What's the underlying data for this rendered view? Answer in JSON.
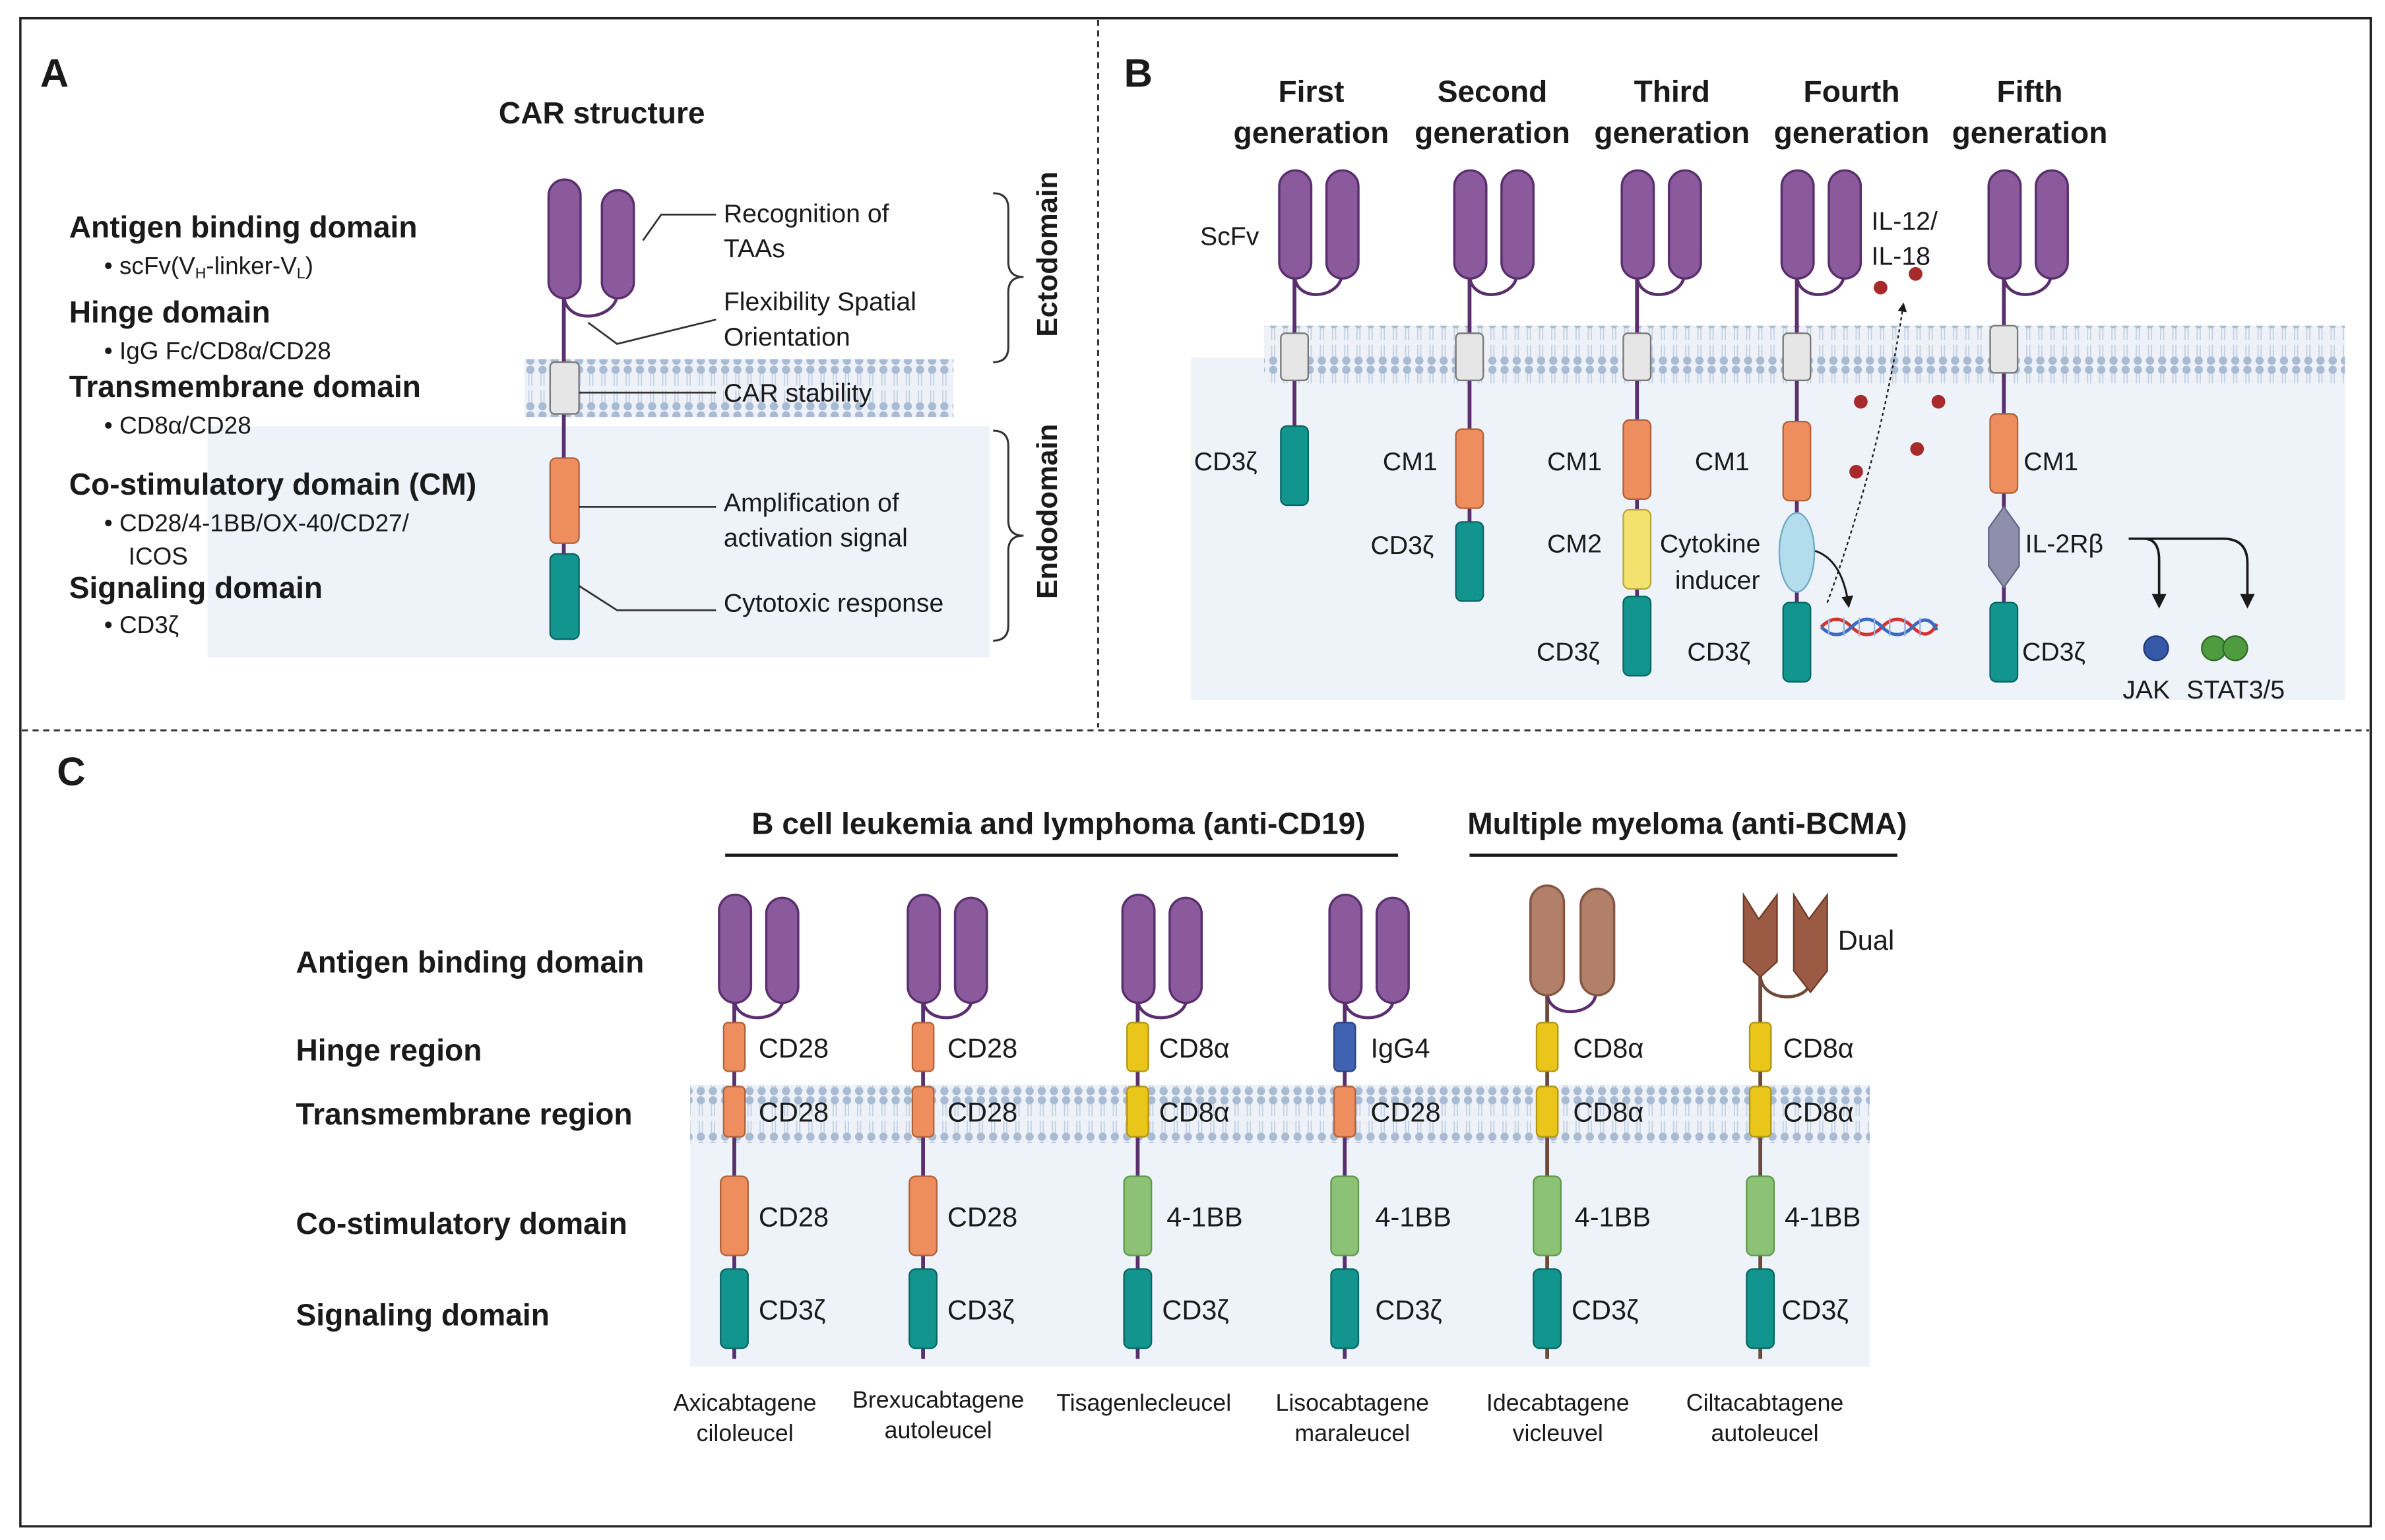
{
  "panel_a": {
    "letter": "A",
    "title": "CAR structure",
    "domains": [
      {
        "name": "Antigen binding domain",
        "detail": "scFv(V",
        "detail_sub1": "H",
        "detail_mid": "-linker-V",
        "detail_sub2": "L",
        "detail_end": ")"
      },
      {
        "name": "Hinge domain",
        "detail": "IgG Fc/CD8α/CD28"
      },
      {
        "name": "Transmembrane domain",
        "detail": "CD8α/CD28"
      },
      {
        "name": "Co-stimulatory domain (CM)",
        "detail": "CD28/4-1BB/OX-40/CD27/",
        "detail2": "ICOS"
      },
      {
        "name": "Signaling domain",
        "detail": "CD3ζ"
      }
    ],
    "functions": {
      "recognition_1": "Recognition of",
      "recognition_2": "TAAs",
      "flex_1": "Flexibility Spatial",
      "flex_2": "Orientation",
      "stability": "CAR stability",
      "amp_1": "Amplification of",
      "amp_2": "activation signal",
      "cytotoxic": "Cytotoxic response"
    },
    "ectodomain": "Ectodomain",
    "endodomain": "Endodomain"
  },
  "panel_b": {
    "letter": "B",
    "generations": [
      {
        "line1": "First",
        "line2": "generation"
      },
      {
        "line1": "Second",
        "line2": "generation"
      },
      {
        "line1": "Third",
        "line2": "generation"
      },
      {
        "line1": "Fourth",
        "line2": "generation"
      },
      {
        "line1": "Fifth",
        "line2": "generation"
      }
    ],
    "labels": {
      "scfv": "ScFv",
      "cd3z": "CD3ζ",
      "cm1": "CM1",
      "cm2": "CM2",
      "cytokine_1": "Cytokine",
      "cytokine_2": "inducer",
      "il_1": "IL-12/",
      "il_2": "IL-18",
      "il2rb": "IL-2Rβ",
      "jak": "JAK",
      "stat": "STAT3/5"
    }
  },
  "panel_c": {
    "letter": "C",
    "group1": "B cell leukemia and lymphoma (anti-CD19)",
    "group2": "Multiple myeloma (anti-BCMA)",
    "rows": [
      "Antigen binding domain",
      "Hinge region",
      "Transmembrane region",
      "Co-stimulatory domain",
      "Signaling domain"
    ],
    "dual": "Dual",
    "products": [
      {
        "name1": "Axicabtagene",
        "name2": "ciloleucel",
        "hinge": "CD28",
        "tm": "CD28",
        "costim": "CD28",
        "signal": "CD3ζ"
      },
      {
        "name1": "Brexucabtagene",
        "name2": "autoleucel",
        "hinge": "CD28",
        "tm": "CD28",
        "costim": "CD28",
        "signal": "CD3ζ"
      },
      {
        "name1": "Tisagenlecleucel",
        "name2": "",
        "hinge": "CD8α",
        "tm": "CD8α",
        "costim": "4-1BB",
        "signal": "CD3ζ"
      },
      {
        "name1": "Lisocabtagene",
        "name2": "maraleucel",
        "hinge": "IgG4",
        "tm": "CD28",
        "costim": "4-1BB",
        "signal": "CD3ζ"
      },
      {
        "name1": "Idecabtagene",
        "name2": "vicleuvel",
        "hinge": "CD8α",
        "tm": "CD8α",
        "costim": "4-1BB",
        "signal": "CD3ζ"
      },
      {
        "name1": "Ciltacabtagene",
        "name2": "autoleucel",
        "hinge": "CD8α",
        "tm": "CD8α",
        "costim": "4-1BB",
        "signal": "CD3ζ"
      }
    ]
  },
  "colors": {
    "scfv": "#8B5A9C",
    "scfv_stroke": "#5A2F6E",
    "costim": "#EE8E5E",
    "signal": "#13958F",
    "cd8a": "#E9C619",
    "igg4": "#3F63B0",
    "fourbb": "#8CC276",
    "bcma": "#B27F68",
    "dual": "#9B5A43",
    "tm": "#E6E6E6",
    "inducer": "#B3DDEC",
    "il2rb": "#8F8FAB",
    "cytokine": "#A92A2A",
    "membrane": "#A8BBD3",
    "cytoplasm": "#EEF3FA",
    "jak": "#3559A6",
    "stat": "#4E9B40"
  }
}
